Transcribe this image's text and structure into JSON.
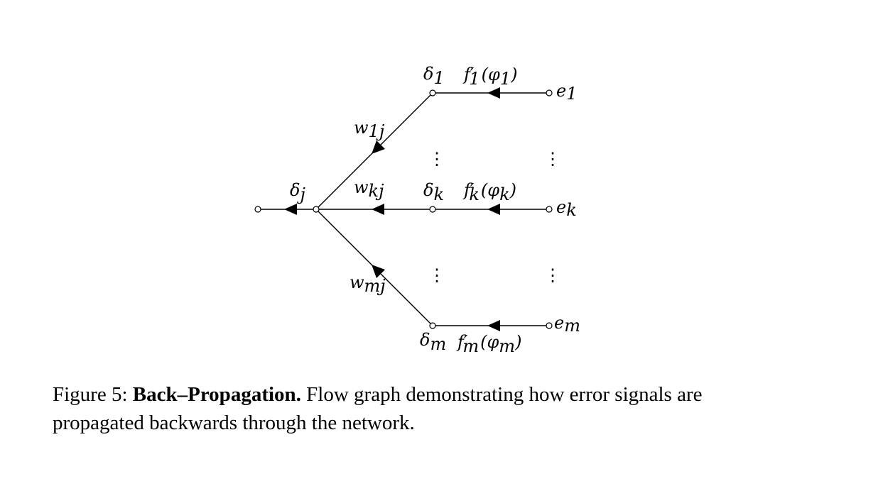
{
  "diagram": {
    "nodes": {
      "delta_j": {
        "sym": "δ",
        "sub": "j"
      },
      "delta_1": {
        "sym": "δ",
        "sub": "1"
      },
      "delta_k": {
        "sym": "δ",
        "sub": "k"
      },
      "delta_m": {
        "sym": "δ",
        "sub": "m"
      },
      "e_1": {
        "sym": "e",
        "sub": "1"
      },
      "e_k": {
        "sym": "e",
        "sub": "k"
      },
      "e_m": {
        "sym": "e",
        "sub": "m"
      }
    },
    "weights": {
      "w_1j": {
        "sym": "w",
        "sub": "1j"
      },
      "w_kj": {
        "sym": "w",
        "sub": "kj"
      },
      "w_mj": {
        "sym": "w",
        "sub": "mj"
      }
    },
    "derivatives": {
      "f_1": {
        "f": "f",
        "prime": "′",
        "sub": "1",
        "open": "(",
        "phi": "φ",
        "phisub": "1",
        "close": ")"
      },
      "f_k": {
        "f": "f",
        "prime": "′",
        "sub": "k",
        "open": "(",
        "phi": "φ",
        "phisub": "k",
        "close": ")"
      },
      "f_m": {
        "f": "f",
        "prime": "′",
        "sub": "m",
        "open": "(",
        "phi": "φ",
        "phisub": "m",
        "close": ")"
      }
    },
    "vdots": "⋮"
  },
  "caption": {
    "prefix": "Figure 5: ",
    "bold": "Back–Propagation.",
    "text": " Flow graph demonstrating how error signals are propagated backwards through the network."
  }
}
